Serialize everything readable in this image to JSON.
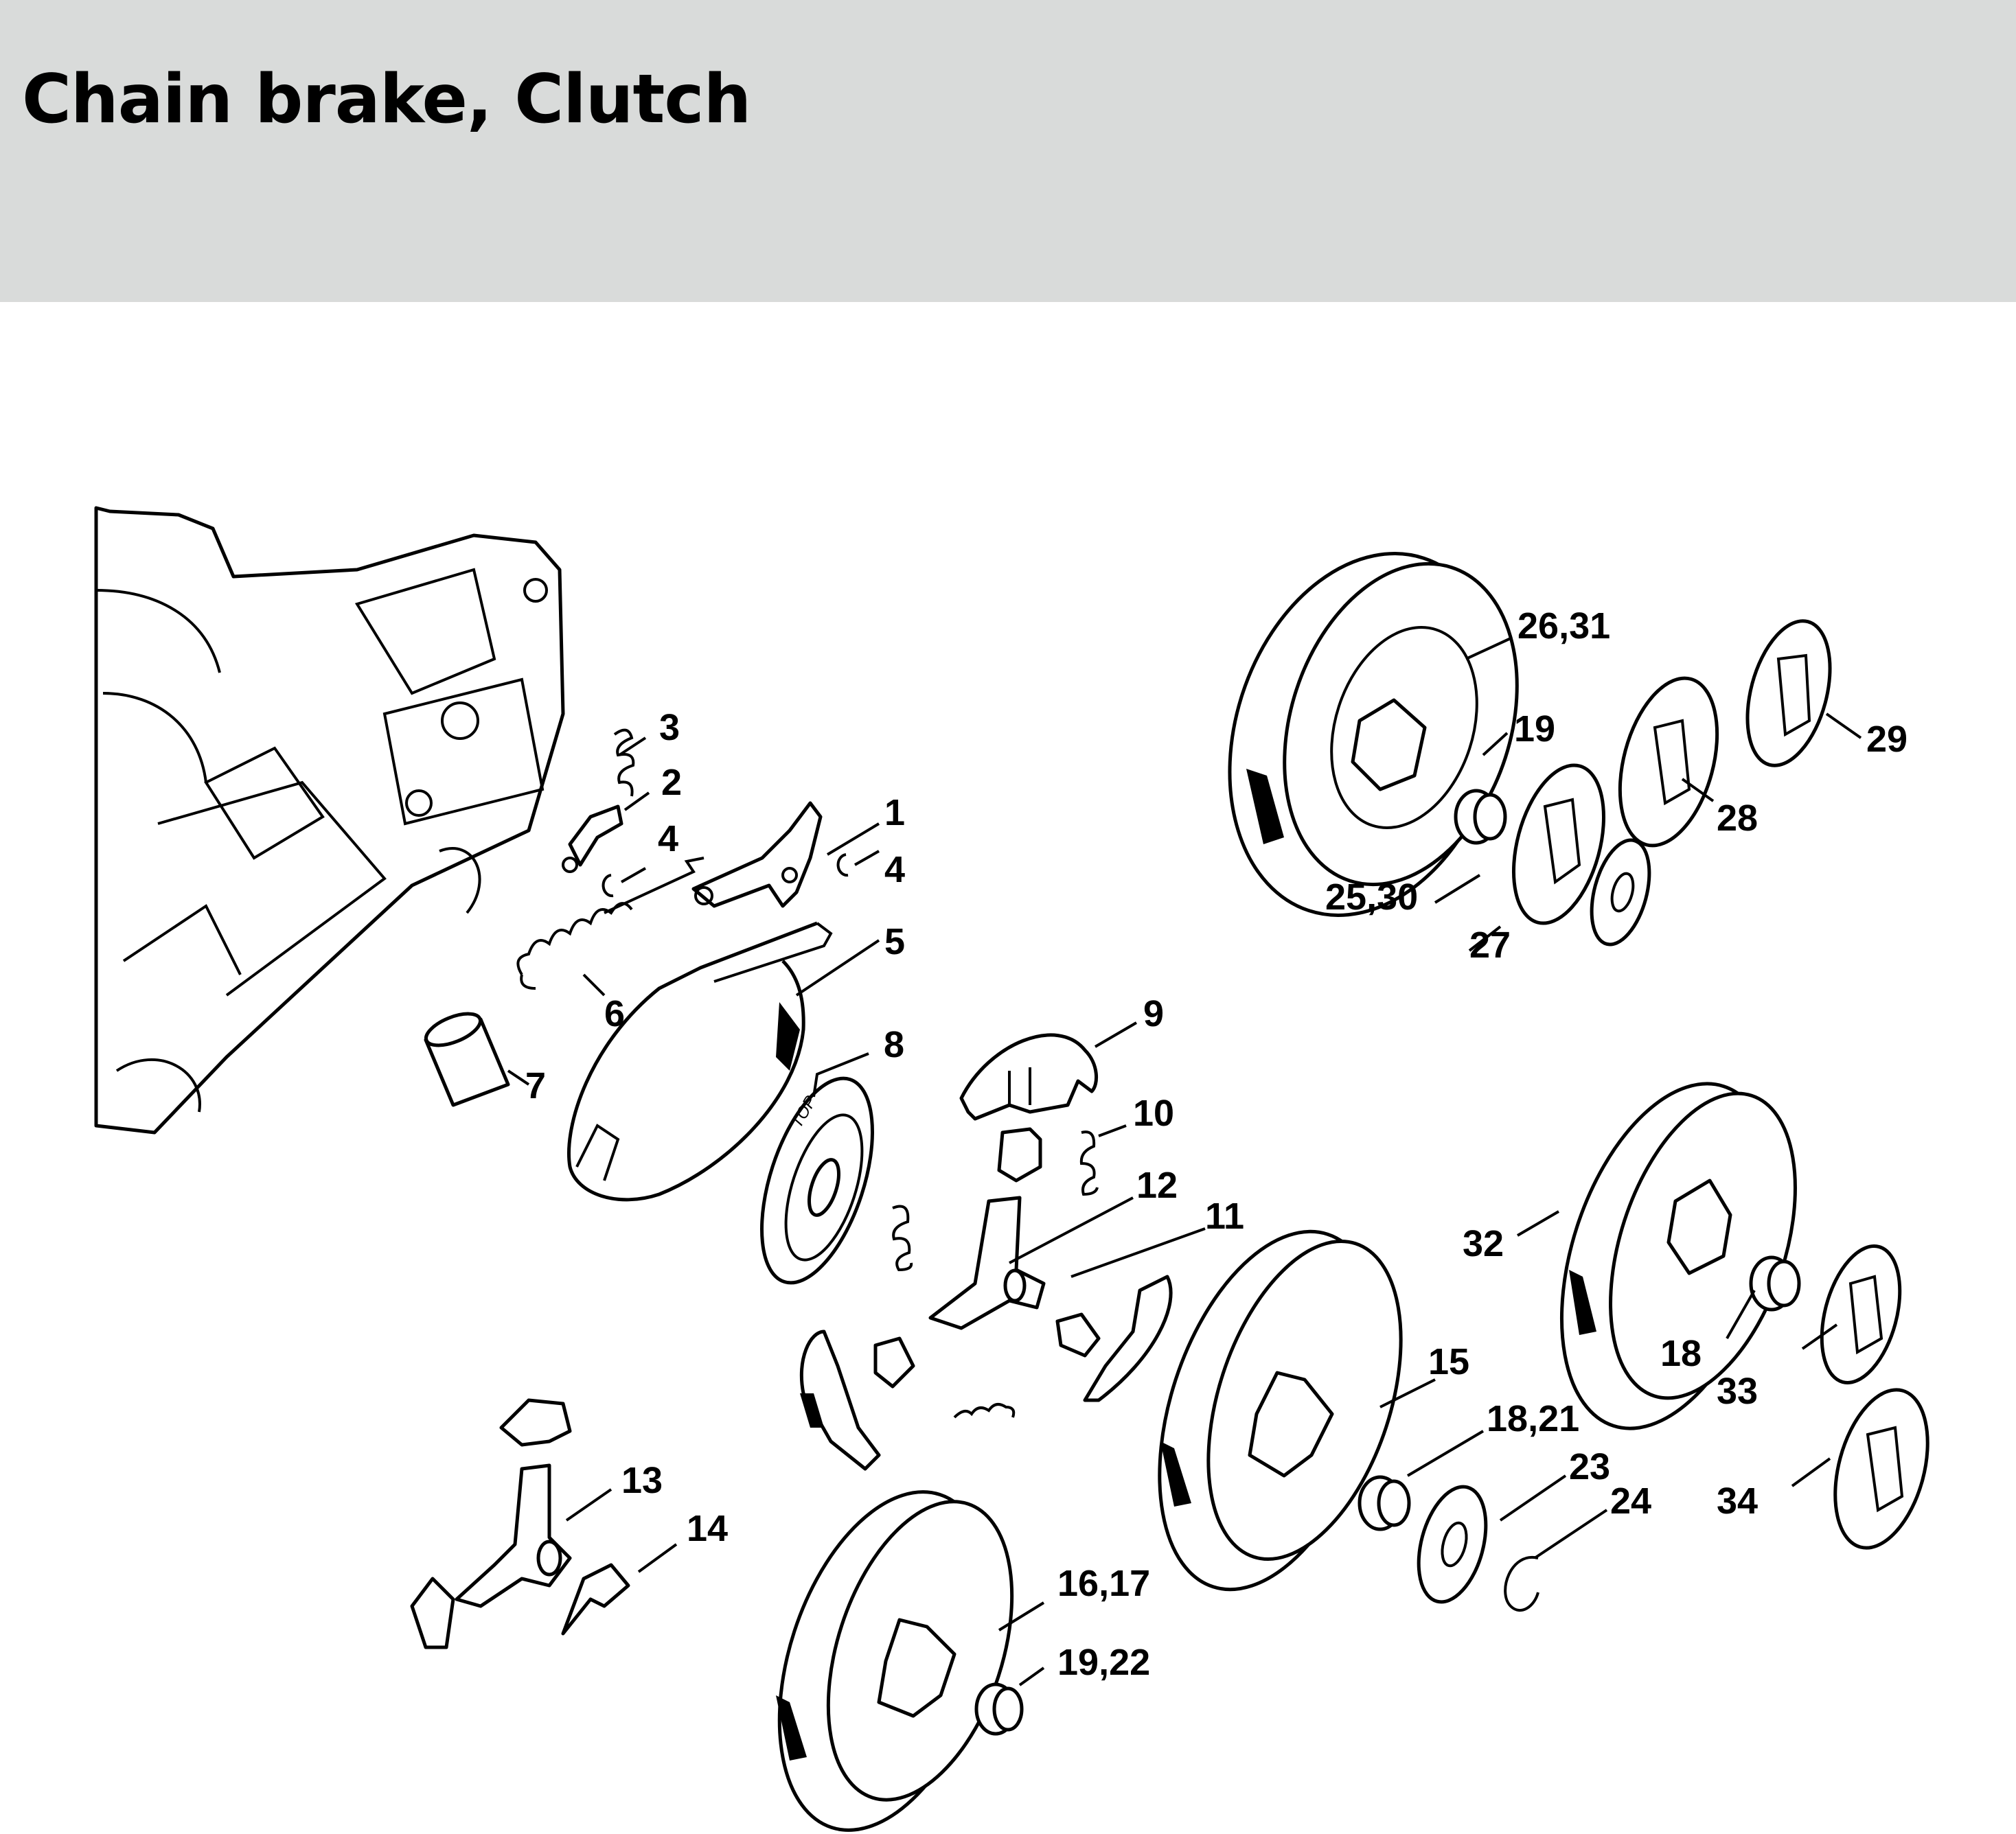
{
  "header": {
    "title": "Chain brake, Clutch",
    "background_color": "#d9dbda"
  },
  "diagram": {
    "type": "exploded parts diagram",
    "imprint_text": "TOP",
    "callouts": [
      {
        "id": "c1",
        "text": "1"
      },
      {
        "id": "c2",
        "text": "2"
      },
      {
        "id": "c3",
        "text": "3"
      },
      {
        "id": "c4a",
        "text": "4"
      },
      {
        "id": "c4b",
        "text": "4"
      },
      {
        "id": "c5",
        "text": "5"
      },
      {
        "id": "c6",
        "text": "6"
      },
      {
        "id": "c7",
        "text": "7"
      },
      {
        "id": "c8",
        "text": "8"
      },
      {
        "id": "c9",
        "text": "9"
      },
      {
        "id": "c10",
        "text": "10"
      },
      {
        "id": "c11",
        "text": "11"
      },
      {
        "id": "c12",
        "text": "12"
      },
      {
        "id": "c13",
        "text": "13"
      },
      {
        "id": "c14",
        "text": "14"
      },
      {
        "id": "c15",
        "text": "15"
      },
      {
        "id": "c16_17",
        "text": "16,17"
      },
      {
        "id": "c18",
        "text": "18"
      },
      {
        "id": "c18_21",
        "text": "18,21"
      },
      {
        "id": "c19",
        "text": "19"
      },
      {
        "id": "c19_22",
        "text": "19,22"
      },
      {
        "id": "c23",
        "text": "23"
      },
      {
        "id": "c24",
        "text": "24"
      },
      {
        "id": "c25_30",
        "text": "25,30"
      },
      {
        "id": "c26_31",
        "text": "26,31"
      },
      {
        "id": "c27",
        "text": "27"
      },
      {
        "id": "c28",
        "text": "28"
      },
      {
        "id": "c29",
        "text": "29"
      },
      {
        "id": "c32",
        "text": "32"
      },
      {
        "id": "c33",
        "text": "33"
      },
      {
        "id": "c34",
        "text": "34"
      }
    ]
  }
}
